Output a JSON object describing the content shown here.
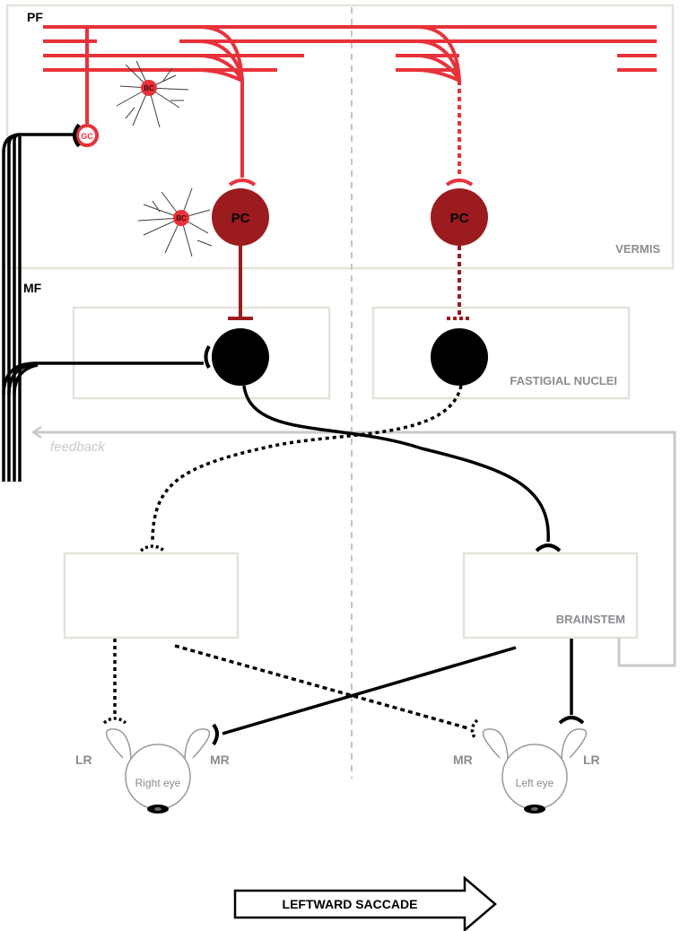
{
  "labels": {
    "pf": "PF",
    "mf": "MF",
    "gc": "GC",
    "bc_top": "BC",
    "bc_bottom": "BC",
    "pc_left": "PC",
    "pc_right": "PC",
    "vermis": "VERMIS",
    "fastigial": "FASTIGIAL NUCLEI",
    "feedback": "feedback",
    "brainstem": "BRAINSTEM",
    "lr_right_eye": "LR",
    "mr_right_eye": "MR",
    "mr_left_eye": "MR",
    "lr_left_eye": "LR",
    "right_eye": "Right eye",
    "left_eye": "Left eye",
    "saccade": "LEFTWARD SACCADE"
  },
  "colors": {
    "parallel_fiber": "#e8323a",
    "purkinje_cell": "#9b1b1e",
    "nucleus_cell": "#000000",
    "box_border": "#e4e3da",
    "midline": "#c9c6ae",
    "label_gray": "#8a8c90",
    "feedback_line": "#c8c9cb"
  }
}
